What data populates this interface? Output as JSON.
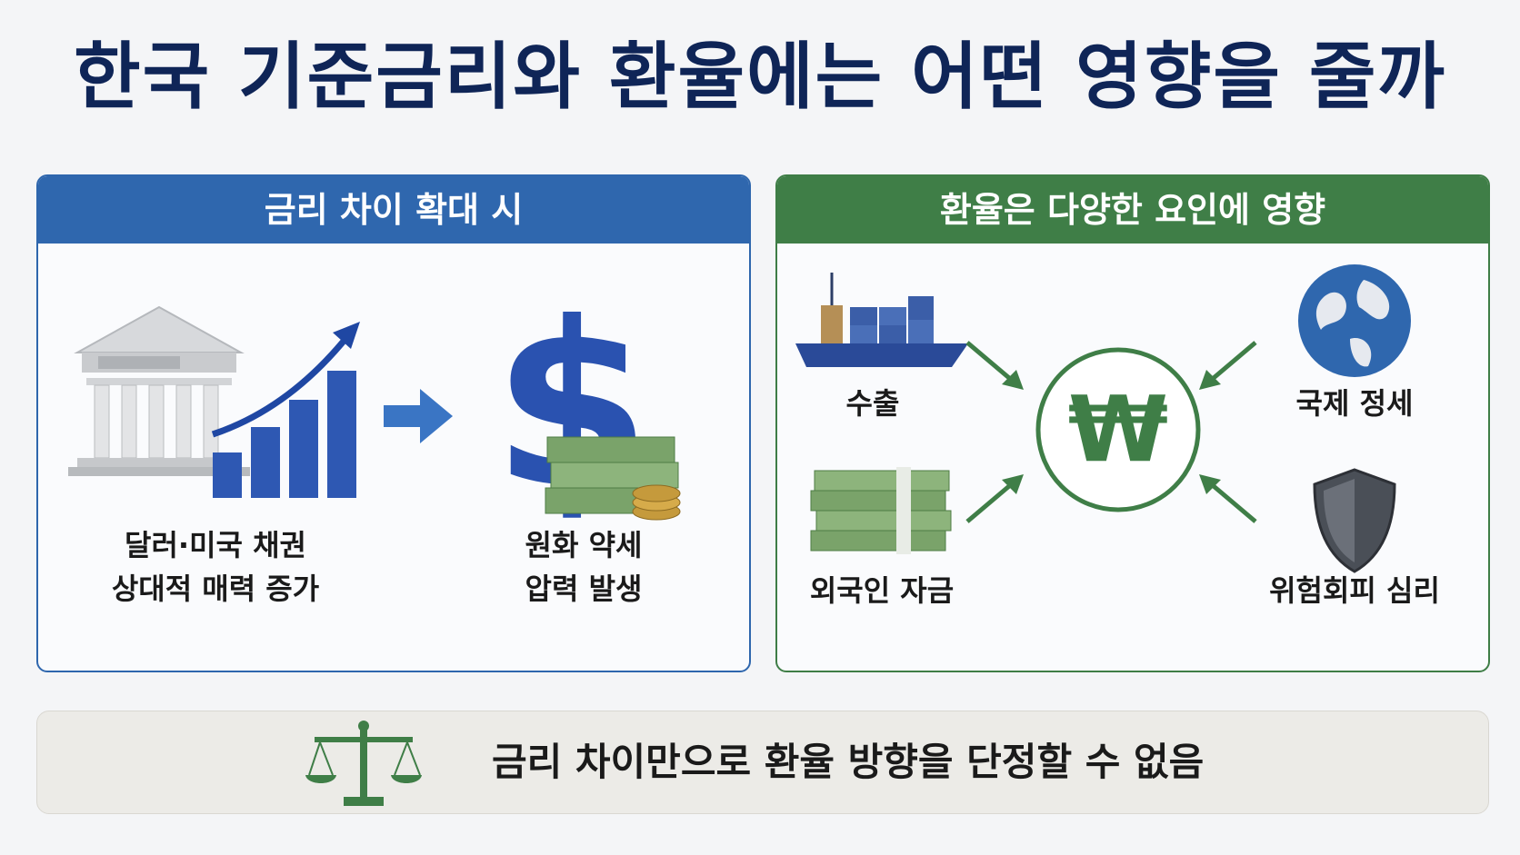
{
  "title": "한국 기준금리와 환율에는 어떤 영향을 줄까",
  "left_panel": {
    "heading": "금리 차이 확대 시",
    "item1_line1": "달러·미국 채권",
    "item1_line2": "상대적 매력 증가",
    "item2_line1": "원화 약세",
    "item2_line2": "압력 발생"
  },
  "right_panel": {
    "heading": "환율은 다양한 요인에 영향",
    "center_symbol": "₩",
    "factors": [
      "수출",
      "국제 정세",
      "외국인 자금",
      "위험회피 심리"
    ]
  },
  "footer": {
    "text": "금리 차이만으로 환율 방향을 단정할 수 없음"
  },
  "colors": {
    "title": "#0f2557",
    "blue_accent": "#2f67ae",
    "green_accent": "#3f7e47"
  },
  "icons": {
    "bank": "bank-building-icon",
    "growth": "growth-chart-icon",
    "arrow": "right-arrow-icon",
    "dollar": "dollar-money-icon",
    "ship": "cargo-ship-icon",
    "globe": "globe-icon",
    "cash": "cash-stack-icon",
    "shield": "shield-icon",
    "scale": "balance-scale-icon"
  }
}
